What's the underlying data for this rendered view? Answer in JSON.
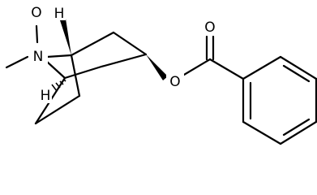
{
  "atoms": {
    "n_oxide_o": "O",
    "nitrogen": "N",
    "h_top": "H",
    "h_bottom": "H",
    "ester_o": "O",
    "carbonyl_o": "O"
  },
  "colors": {
    "ink": "#000000",
    "background": "#ffffff"
  }
}
